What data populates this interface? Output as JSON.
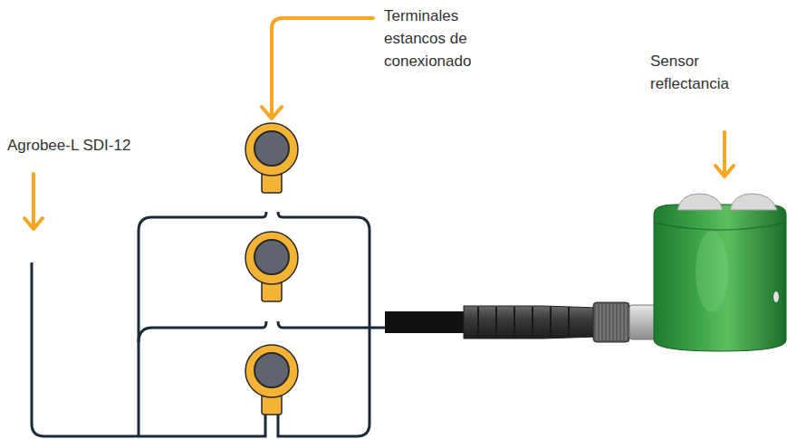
{
  "diagram": {
    "labels": [
      "Agrobee-L SDI-12",
      "Terminales estancos de conexionado",
      "Sensor reflectancia"
    ]
  }
}
